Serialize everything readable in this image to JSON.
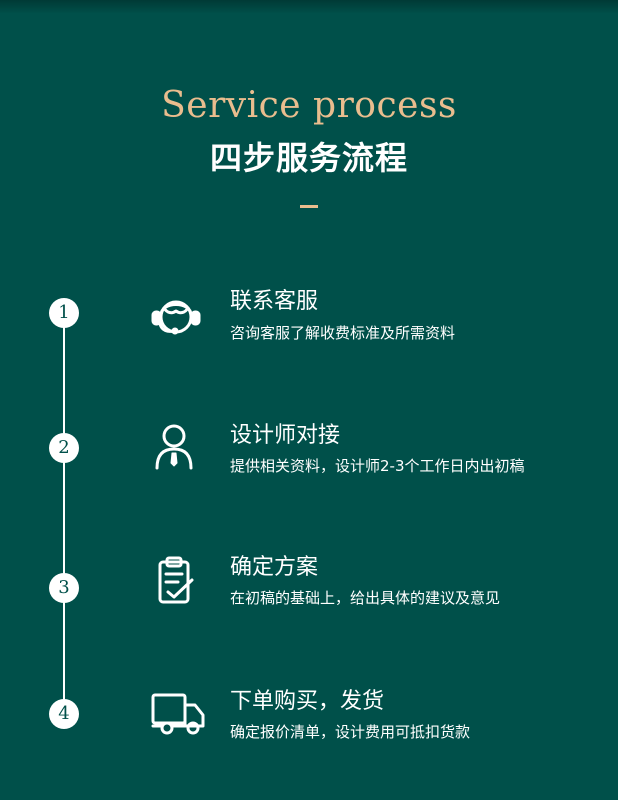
{
  "header": {
    "title_en": "Service process",
    "title_zh": "四步服务流程"
  },
  "colors": {
    "background": "#00504a",
    "accent": "#e9bd8e",
    "text": "#ffffff"
  },
  "steps": [
    {
      "number": "1",
      "icon": "customer-service-headset-icon",
      "title": "联系客服",
      "description": "咨询客服了解收费标准及所需资料"
    },
    {
      "number": "2",
      "icon": "designer-person-icon",
      "title": "设计师对接",
      "description": "提供相关资料，设计师2-3个工作日内出初稿"
    },
    {
      "number": "3",
      "icon": "clipboard-check-icon",
      "title": "确定方案",
      "description": "在初稿的基础上，给出具体的建议及意见"
    },
    {
      "number": "4",
      "icon": "delivery-truck-icon",
      "title": "下单购买，发货",
      "description": "确定报价清单，设计费用可抵扣货款"
    }
  ]
}
